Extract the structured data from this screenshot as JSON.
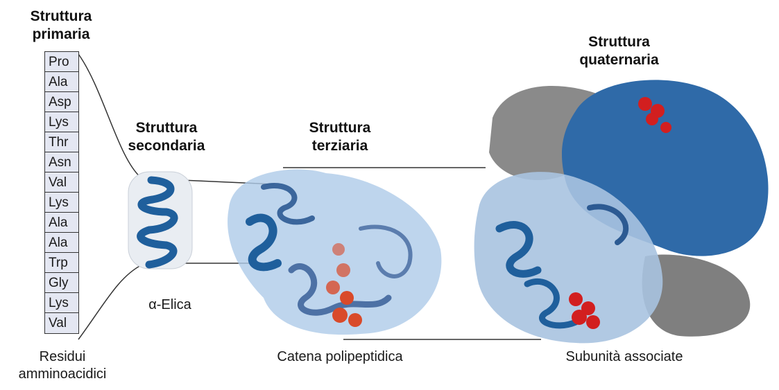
{
  "titles": {
    "primary": "Struttura\nprimaria",
    "secondary": "Struttura\nsecondaria",
    "tertiary": "Struttura\nterziaria",
    "quaternary": "Struttura\nquaternaria"
  },
  "residues": [
    "Pro",
    "Ala",
    "Asp",
    "Lys",
    "Thr",
    "Asn",
    "Val",
    "Lys",
    "Ala",
    "Ala",
    "Trp",
    "Gly",
    "Lys",
    "Val"
  ],
  "captions": {
    "residues": "Residui\namminoacidici",
    "helix": "α-Elica",
    "chain": "Catena polipeptidica",
    "subunits": "Subunità associate"
  },
  "colors": {
    "ribbon_blue": "#1f5f9c",
    "surface_blue": "#2f6aa8",
    "heme_red": "#d21f1f",
    "subunit_gray": "#8a8a8a"
  }
}
